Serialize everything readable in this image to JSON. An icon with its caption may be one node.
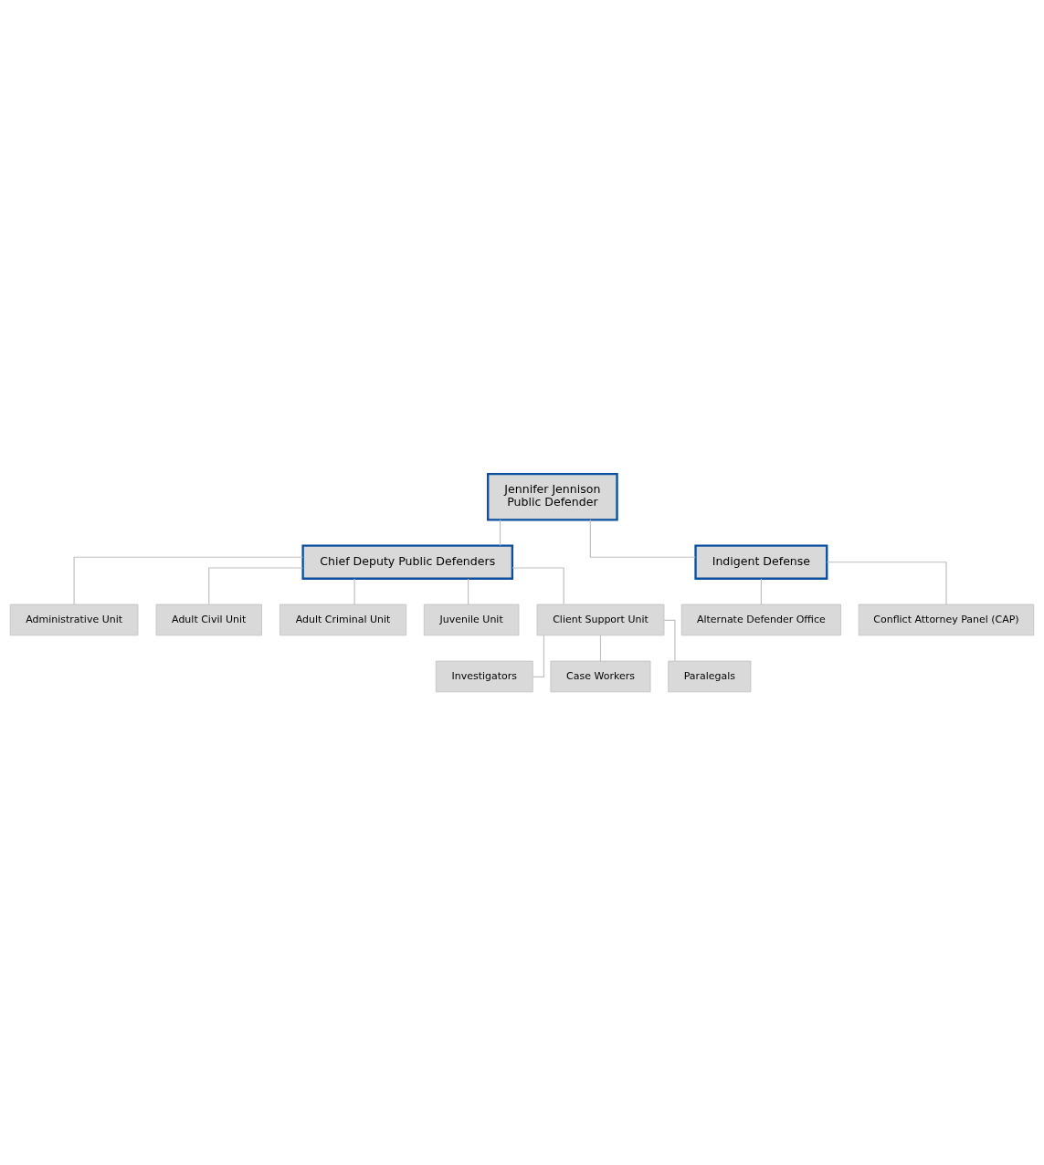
{
  "diagram": {
    "nodes": [
      {
        "text": [
          "Jennifer Jennison",
          "Public Defender"
        ]
      },
      {
        "text": [
          "Chief Deputy Public Defenders"
        ]
      },
      {
        "text": [
          "Indigent Defense"
        ]
      },
      {
        "text": [
          "Administrative Unit"
        ]
      },
      {
        "text": [
          "Adult Civil Unit"
        ]
      },
      {
        "text": [
          "Adult Criminal Unit"
        ]
      },
      {
        "text": [
          "Juvenile Unit"
        ]
      },
      {
        "text": [
          "Client Support Unit"
        ]
      },
      {
        "text": [
          "Investigators"
        ]
      },
      {
        "text": [
          "Case Workers"
        ]
      },
      {
        "text": [
          "Paralegals"
        ]
      },
      {
        "text": [
          "Alternate Defender Office"
        ]
      },
      {
        "text": [
          "Conflict Attorney Panel (CAP)"
        ]
      }
    ],
    "edges": [
      {
        "from": 0,
        "to": 1,
        "arrow": "none"
      },
      {
        "from": 0,
        "to": 2,
        "arrow": "none"
      },
      {
        "from": 1,
        "to": 3,
        "arrow": "none"
      },
      {
        "from": 1,
        "to": 4,
        "arrow": "none"
      },
      {
        "from": 1,
        "to": 5,
        "arrow": "none"
      },
      {
        "from": 1,
        "to": 6,
        "arrow": "none"
      },
      {
        "from": 1,
        "to": 7,
        "arrow": "none"
      },
      {
        "from": 7,
        "to": 8,
        "arrow": "none"
      },
      {
        "from": 7,
        "to": 9,
        "arrow": "none"
      },
      {
        "from": 7,
        "to": 10,
        "arrow": "none"
      },
      {
        "from": 2,
        "to": 11,
        "arrow": "none"
      },
      {
        "from": 2,
        "to": 12,
        "arrow": "none"
      }
    ]
  }
}
